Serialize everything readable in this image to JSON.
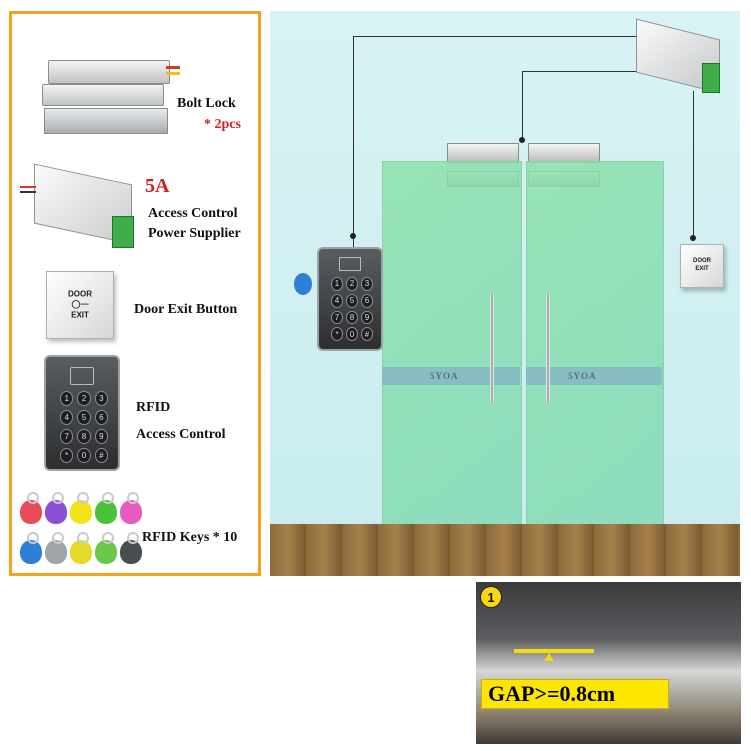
{
  "kit": {
    "bolt_lock_label": "Bolt Lock",
    "bolt_lock_qty": "* 2pcs",
    "power_amp": "5A",
    "power_label_1": "Access Control",
    "power_label_2": "Power Supplier",
    "exit_button_label": "Door Exit Button",
    "exit_button_text_1": "DOOR",
    "exit_button_text_2": "EXIT",
    "rfid_label_1": "RFID",
    "rfid_label_2": "Access Control",
    "keys_label": "RFID Keys * 10",
    "keypad_keys": [
      "1",
      "2",
      "3",
      "4",
      "5",
      "6",
      "7",
      "8",
      "9",
      "*",
      "0",
      "#"
    ],
    "fob_colors": [
      "#e84a5a",
      "#8a4fd6",
      "#f2e31b",
      "#49c23a",
      "#e85ac0",
      "#2f7fd8",
      "#a0a4a8",
      "#e5da2a",
      "#69c74a",
      "#4a4d50"
    ]
  },
  "scene": {
    "door_logo_left": "5YOA",
    "door_logo_right": "5YOA",
    "exit_plate_text_1": "DOOR",
    "exit_plate_text_2": "EXIT"
  },
  "inset": {
    "step_number": "1",
    "gap_text": "GAP>=0.8cm"
  },
  "colors": {
    "panel_border": "#f4a21b",
    "highlight_red": "#d41f1f",
    "gap_yellow": "#ffe600"
  }
}
